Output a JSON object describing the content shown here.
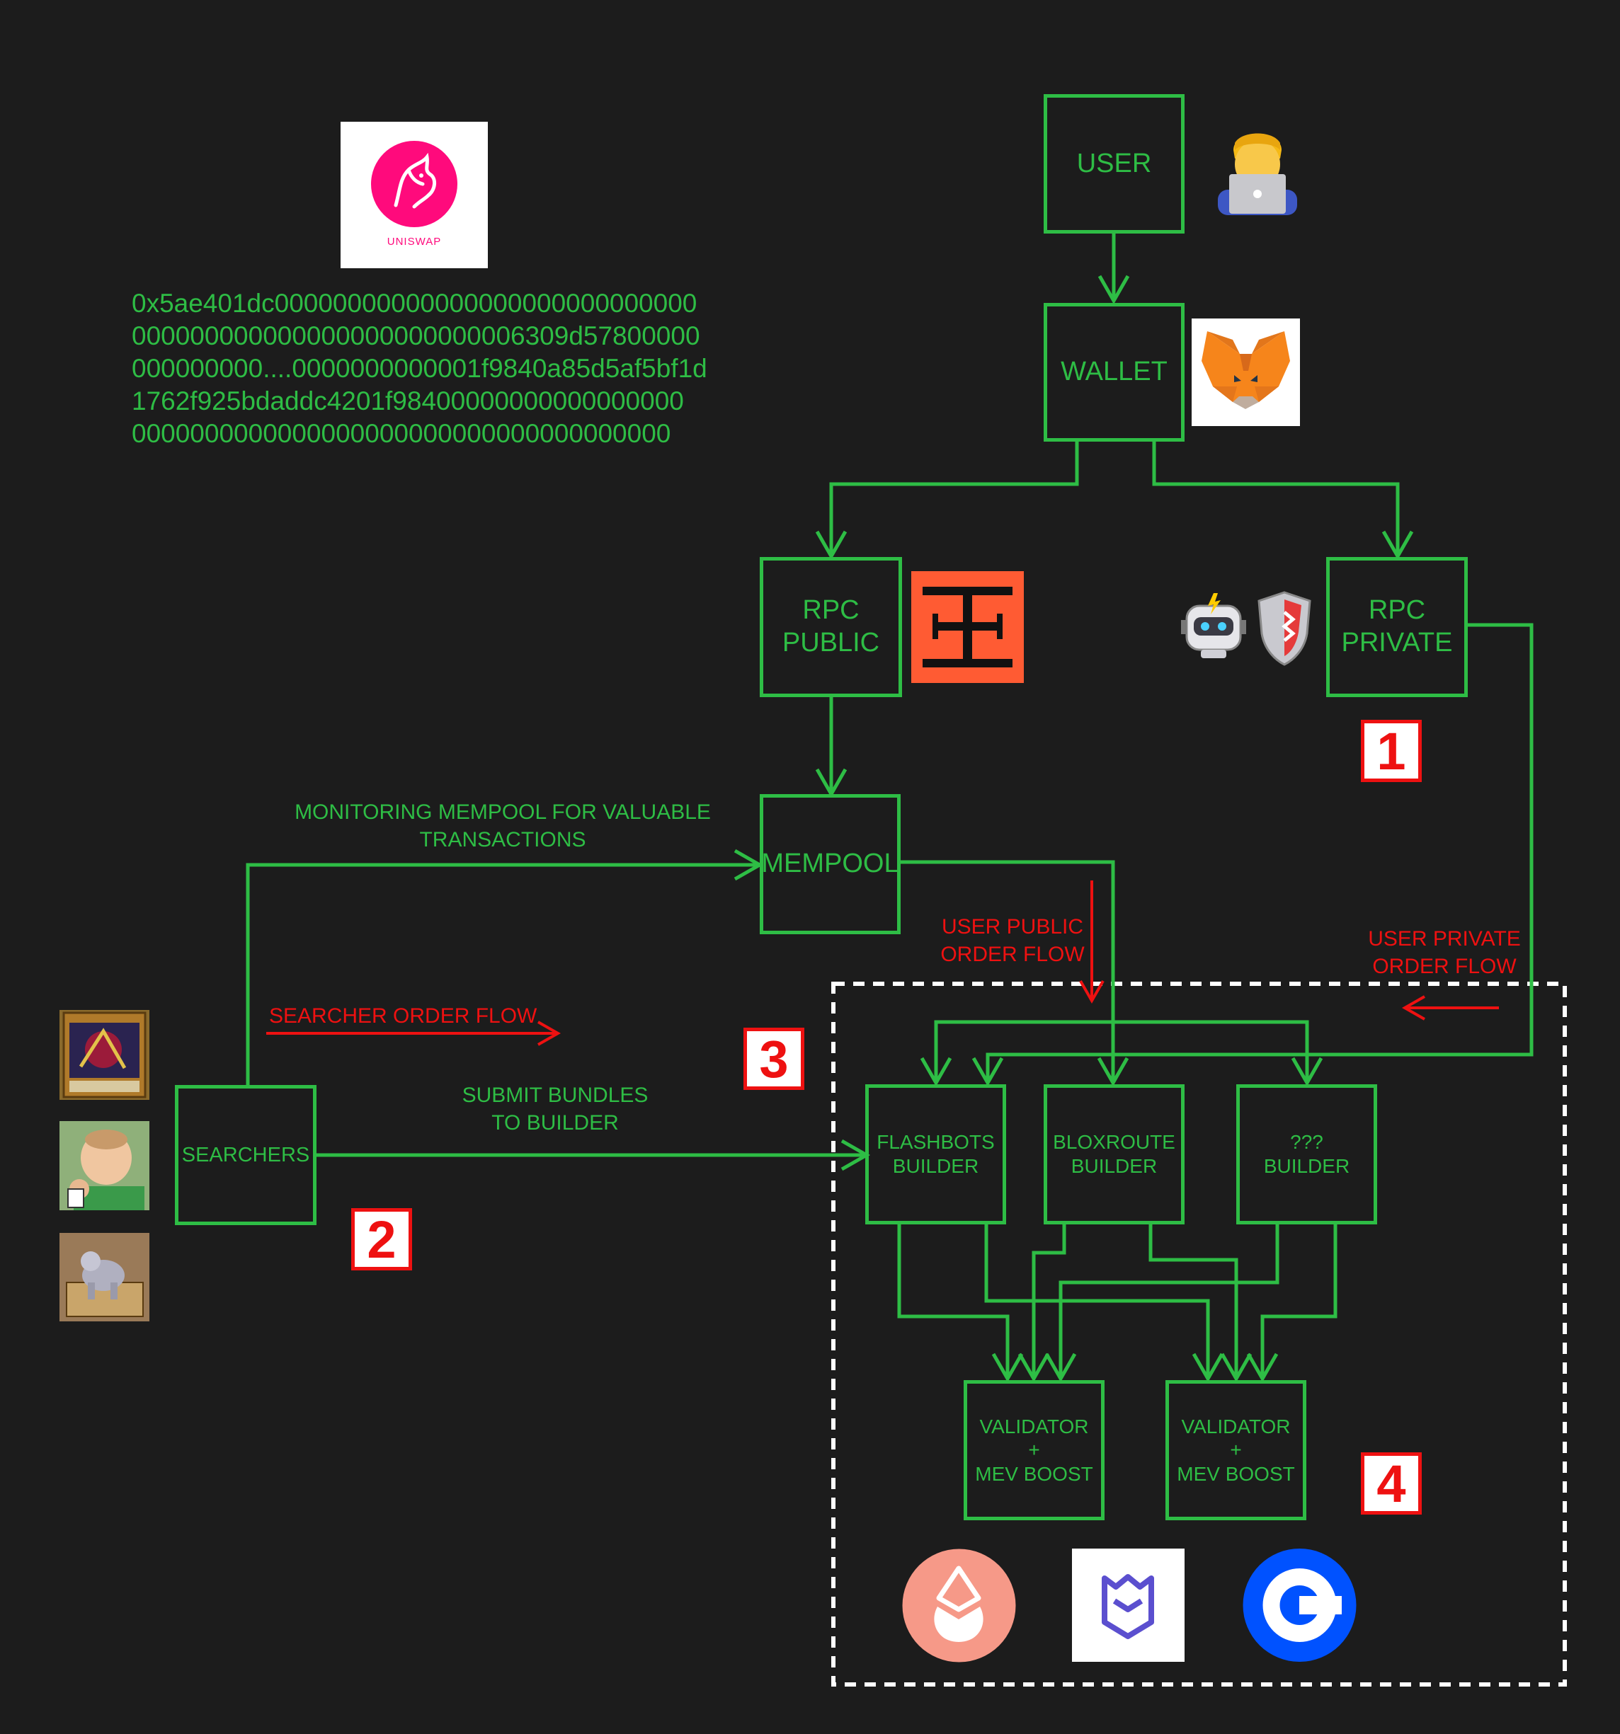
{
  "nodes": {
    "user": "USER",
    "wallet": "WALLET",
    "rpc_public": "RPC\nPUBLIC",
    "rpc_private": "RPC\nPRIVATE",
    "mempool": "MEMPOOL",
    "searchers": "SEARCHERS",
    "flashbots_builder": "FLASHBOTS\nBUILDER",
    "bloxroute_builder": "BLOXROUTE\nBUILDER",
    "unknown_builder": "???\nBUILDER",
    "validator_1": "VALIDATOR\n+\nMEV BOOST",
    "validator_2": "VALIDATOR\n+\nMEV BOOST"
  },
  "labels": {
    "monitoring": "MONITORING MEMPOOL FOR VALUABLE\nTRANSACTIONS",
    "submit_bundles": "SUBMIT BUNDLES\nTO BUILDER",
    "searcher_order_flow": "SEARCHER ORDER FLOW",
    "user_public_order_flow": "USER PUBLIC\nORDER FLOW",
    "user_private_order_flow": "USER PRIVATE\nORDER FLOW"
  },
  "badges": [
    "1",
    "2",
    "3",
    "4"
  ],
  "calldata": "0x5ae401dc00000000000000000000000000000\n000000000000000000000000006309d57800000\n000000000....0000000000001f9840a85d5af5bf1d\n1762f925bdaddc4201f98400000000000000000\n0000000000000000000000000000000000000",
  "logos": {
    "uniswap_text": "UNISWAP",
    "uniswap": "uniswap-unicorn-icon",
    "user": "person-with-laptop-icon",
    "wallet": "metamask-fox-icon",
    "rpc_public": "infura-icon",
    "rpc_private": [
      "robot-icon",
      "shield-icon"
    ],
    "searchers": [
      "trading-card-icon",
      "success-kid-icon",
      "card-toy-icon"
    ],
    "validators": [
      "lido-icon",
      "stakewise-icon",
      "coinbase-icon"
    ]
  },
  "colors": {
    "background": "#1c1c1c",
    "flow": "#2ebd45",
    "highlight": "#ee1111",
    "dashed_border": "#ffffff"
  }
}
